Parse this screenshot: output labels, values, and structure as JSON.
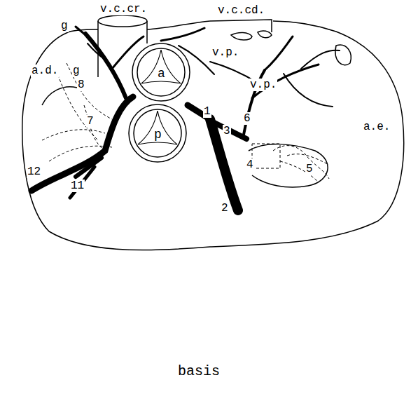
{
  "diagram": {
    "caption": "basis",
    "nodes": [
      {
        "text": [
          "a"
        ]
      },
      {
        "text": [
          "p"
        ]
      }
    ],
    "labels": [
      "v.c.cr.",
      "v.c.cd.",
      "g",
      "v.p.",
      "v.p.",
      "a.d.",
      "g",
      "a.e.",
      "8",
      "7",
      "1",
      "3",
      "6",
      "4",
      "5",
      "2",
      "11",
      "12"
    ]
  }
}
